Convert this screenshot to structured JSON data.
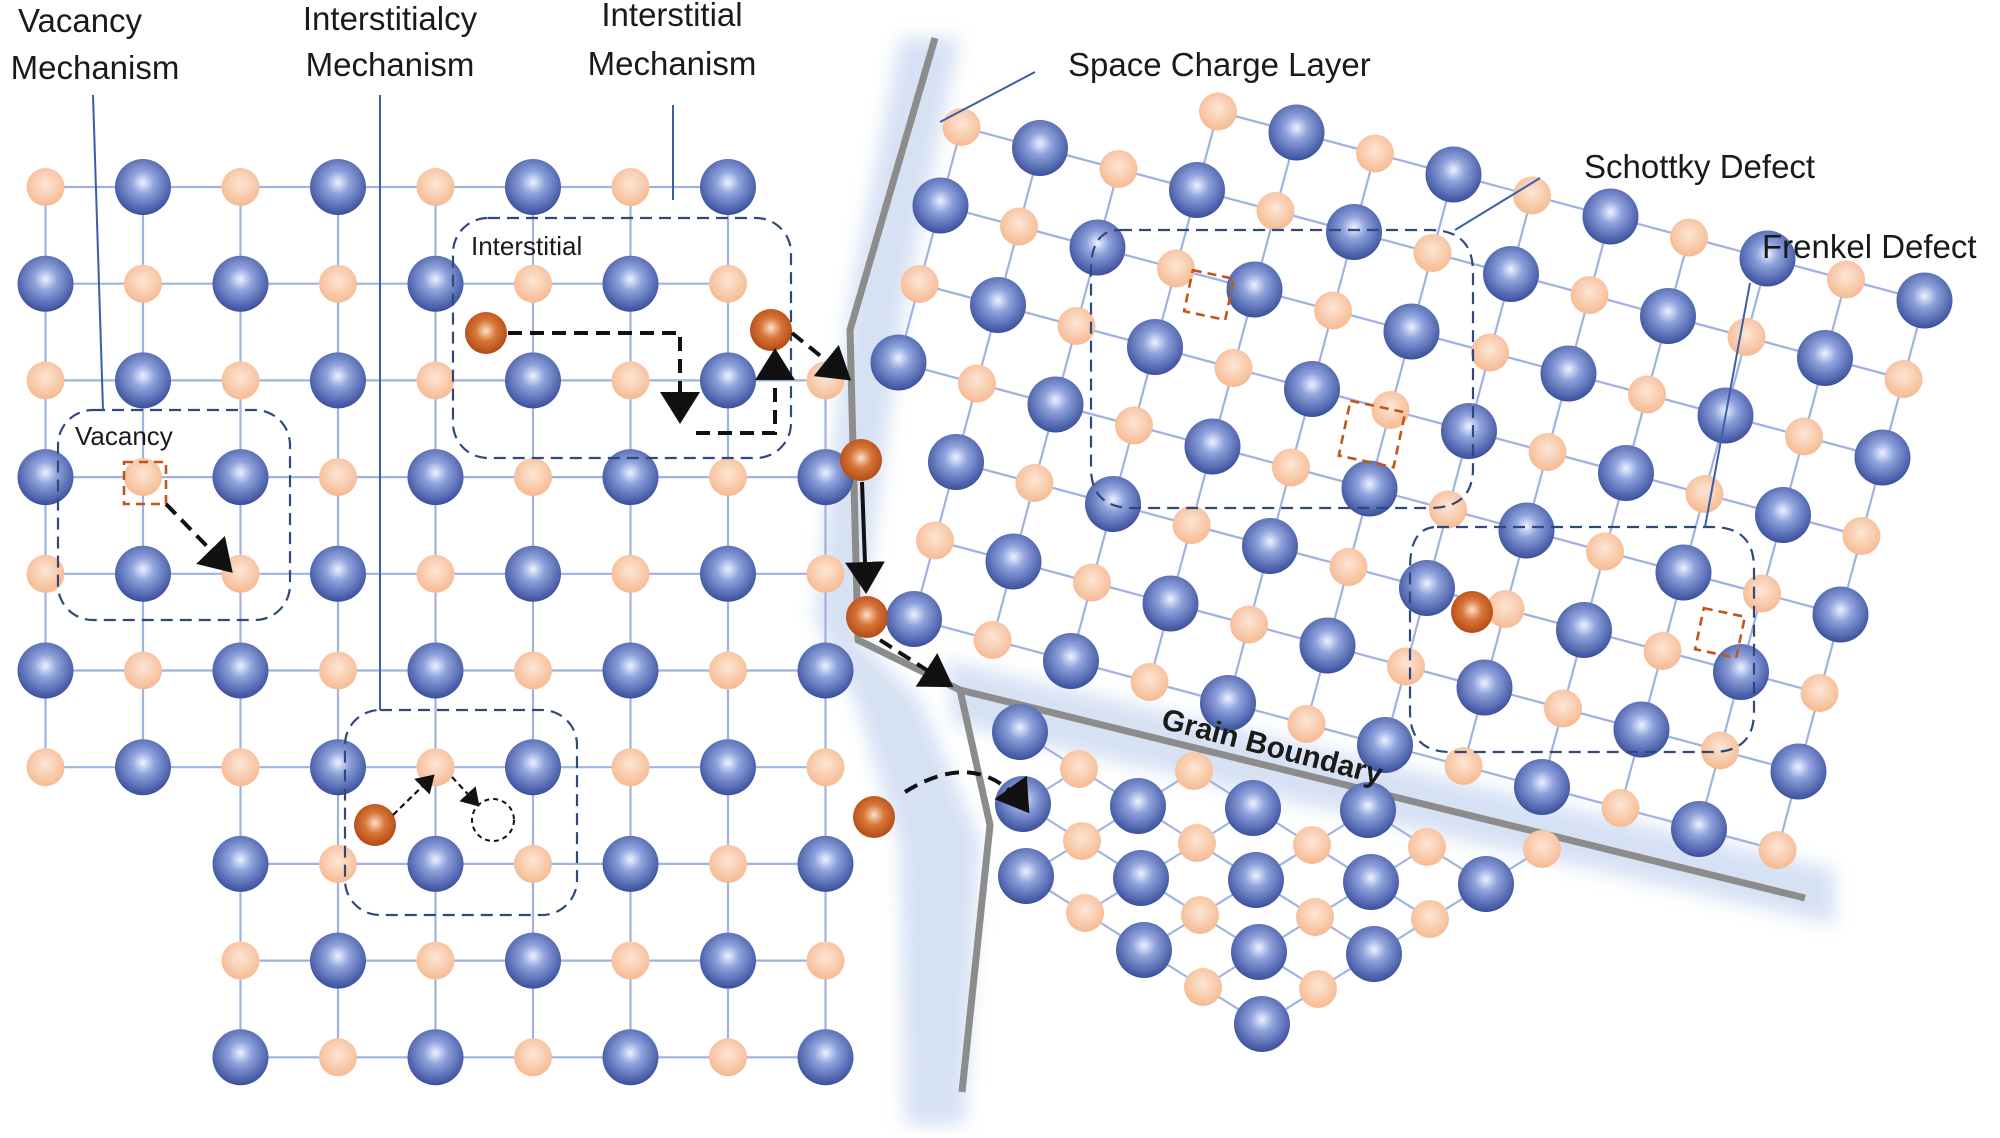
{
  "labels": {
    "vacancy_mechanism": [
      "Vacancy",
      "Mechanism"
    ],
    "interstitialcy_mechanism": [
      "Interstitialcy",
      "Mechanism"
    ],
    "interstitial_mechanism": [
      "Interstitial",
      "Mechanism"
    ],
    "space_charge_layer": "Space Charge Layer",
    "schottky_defect": "Schottky Defect",
    "frenkel_defect": "Frenkel Defect",
    "grain_boundary": "Grain Boundary",
    "vacancy_box": "Vacancy",
    "interstitial_box": "Interstitial"
  },
  "colors": {
    "background": "#ffffff",
    "lattice_bond": "#9fb2e0",
    "anion_dark": "#3a4f9c",
    "anion_light": "#eef2ff",
    "cation_fill": "#f6b88f",
    "cation_light": "#fde6d6",
    "defect_ion": "#c0561b",
    "vacancy_square": "#c0561b",
    "grain_boundary_line": "#8c8c8c",
    "space_charge_glow": "#cfdcf2",
    "dashed_box": "#2f4a7a",
    "arrow": "#111111",
    "leader_line": "#3a5fa8"
  },
  "icons": {
    "anion": "large-blue-sphere",
    "cation": "small-orange-sphere",
    "defect_ion": "dark-orange-sphere",
    "vacancy": "dashed-square"
  }
}
